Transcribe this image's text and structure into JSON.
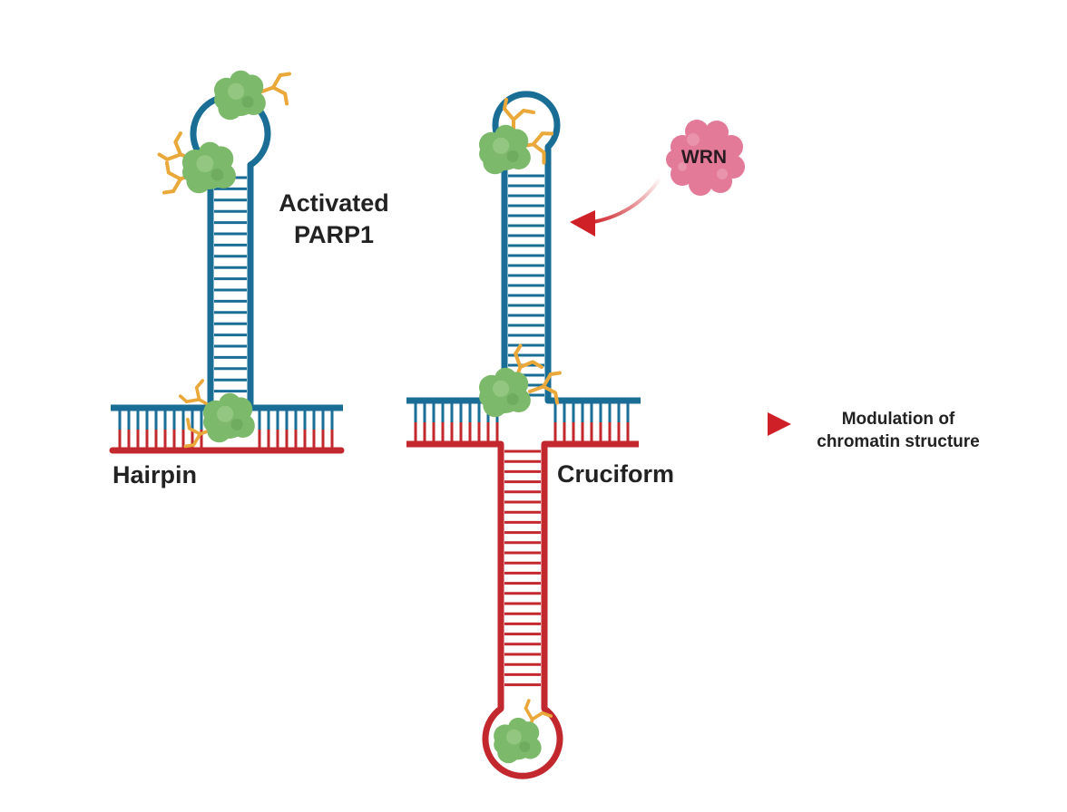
{
  "labels": {
    "hairpin": "Hairpin",
    "cruciform": "Cruciform",
    "activated_line1": "Activated",
    "activated_line2": "PARP1",
    "wrn": "WRN",
    "modulation_line1": "Modulation of",
    "modulation_line2": "chromatin structure"
  },
  "colors": {
    "strand_blue": "#1a6e96",
    "strand_red": "#c2282d",
    "parp1_green": "#7cb96a",
    "par_chain_orange": "#eba83a",
    "wrn_pink": "#e27a98",
    "arrow_red": "#cf2027"
  },
  "icons": [
    "parp1-protein-icon",
    "par-chain-icon",
    "wrn-protein-icon",
    "arrow-icon"
  ]
}
